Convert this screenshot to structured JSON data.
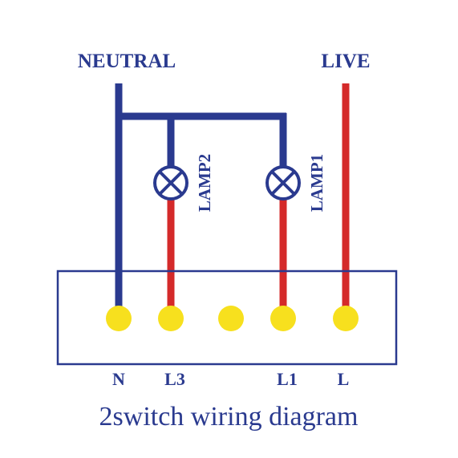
{
  "labels": {
    "neutral": "NEUTRAL",
    "live": "LIVE",
    "lamp1": "LAMP1",
    "lamp2": "LAMP2"
  },
  "terminals": [
    {
      "label": "N"
    },
    {
      "label": "L3"
    },
    {
      "label": ""
    },
    {
      "label": "L1"
    },
    {
      "label": "L"
    }
  ],
  "caption": "2switch wiring diagram",
  "colors": {
    "neutral_wire": "#2a3a8f",
    "live_wire": "#d42a2a",
    "terminal": "#f7e01e",
    "box_outline": "#2a3a8f",
    "text": "#2a3a8f"
  }
}
